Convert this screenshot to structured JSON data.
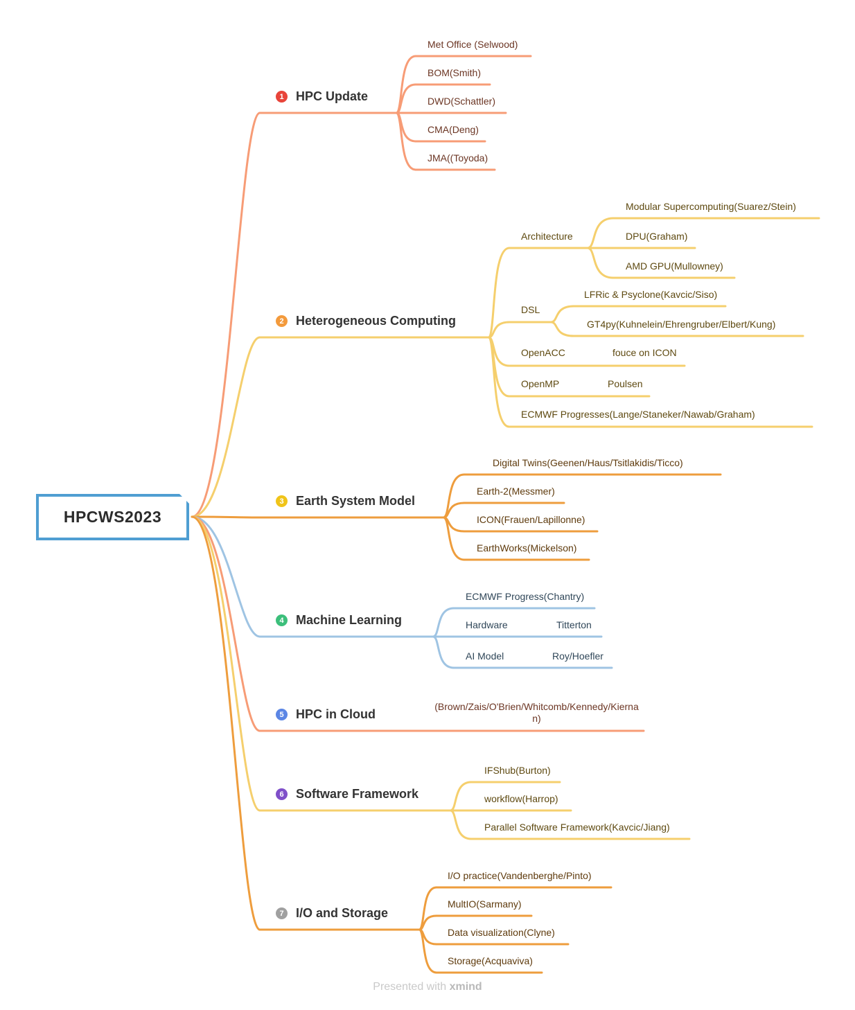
{
  "root": {
    "label": "HPCWS2023"
  },
  "colors": {
    "salmon": "#f79c76",
    "salmon_text": "#6b3523",
    "yellow": "#f5cf6d",
    "yellow_text": "#5e4910",
    "orange": "#ee9d3d",
    "orange_text": "#5e3a0c",
    "blue": "#9fc4e3",
    "blue_text": "#2f4658",
    "root_border": "#4f9ed2"
  },
  "topics": [
    {
      "number": "1",
      "label": "HPC Update",
      "badge_color": "#e8443a",
      "children": [
        "Met Office (Selwood)",
        "BOM(Smith)",
        "DWD(Schattler)",
        "CMA(Deng)",
        "JMA((Toyoda)"
      ]
    },
    {
      "number": "2",
      "label": "Heterogeneous Computing",
      "badge_color": "#f39a3c",
      "children": [
        {
          "label": "Architecture",
          "children": [
            "Modular Supercomputing(Suarez/Stein)",
            "DPU(Graham)",
            "AMD GPU(Mullowney)"
          ]
        },
        {
          "label": "DSL",
          "children": [
            "LFRic & Psyclone(Kavcic/Siso)",
            "GT4py(Kuhnelein/Ehrengruber/Elbert/Kung)"
          ]
        },
        {
          "label": "OpenACC",
          "children": [
            "fouce on ICON"
          ]
        },
        {
          "label": "OpenMP",
          "children": [
            "Poulsen"
          ]
        },
        {
          "label": "ECMWF Progresses(Lange/Staneker/Nawab/Graham)"
        }
      ]
    },
    {
      "number": "3",
      "label": "Earth System Model",
      "badge_color": "#f0c419",
      "children": [
        "Digital Twins(Geenen/Haus/Tsitlakidis/Ticco)",
        "Earth-2(Messmer)",
        "ICON(Frauen/Lapillonne)",
        "EarthWorks(Mickelson)"
      ]
    },
    {
      "number": "4",
      "label": "Machine Learning",
      "badge_color": "#3cbf7b",
      "children": [
        {
          "label": "ECMWF Progress(Chantry)"
        },
        {
          "label": "Hardware",
          "children": [
            "Titterton"
          ]
        },
        {
          "label": "AI Model",
          "children": [
            "Roy/Hoefler"
          ]
        }
      ]
    },
    {
      "number": "5",
      "label": "HPC in Cloud",
      "badge_color": "#5b86e5",
      "children": [
        "(Brown/Zais/O'Brien/Whitcomb/Kennedy/Kiernan)"
      ]
    },
    {
      "number": "6",
      "label": "Software Framework",
      "badge_color": "#7f4fc9",
      "children": [
        "IFShub(Burton)",
        "workflow(Harrop)",
        "Parallel Software Framework(Kavcic/Jiang)"
      ]
    },
    {
      "number": "7",
      "label": "I/O and Storage",
      "badge_color": "#a0a0a0",
      "children": [
        "I/O practice(Vandenberghe/Pinto)",
        "MultIO(Sarmany)",
        "Data visualization(Clyne)",
        "Storage(Acquaviva)"
      ]
    }
  ],
  "footer": {
    "prefix": "Presented with",
    "brand": "xmind"
  }
}
